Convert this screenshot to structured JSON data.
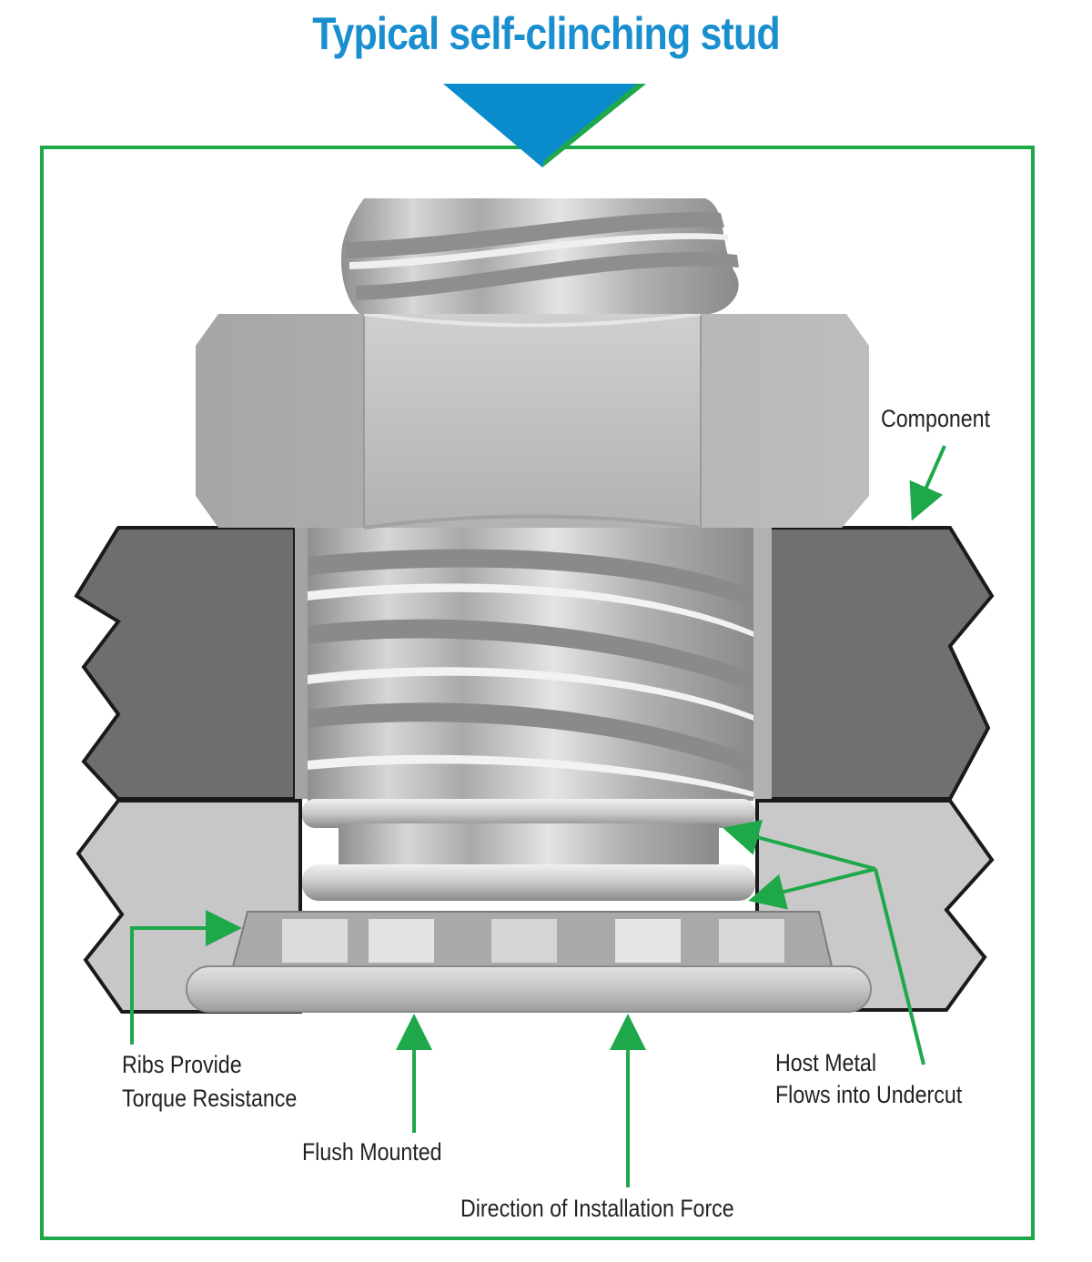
{
  "title": "Typical self-clinching stud",
  "labels": {
    "component": "Component",
    "ribs_line1": "Ribs Provide",
    "ribs_line2": "Torque Resistance",
    "host_line1": "Host Metal",
    "host_line2": "Flows into Undercut",
    "flush": "Flush Mounted",
    "direction": "Direction of Installation Force"
  },
  "colors": {
    "title": "#1a8fd0",
    "pointer": "#0a8ccc",
    "frame": "#1fa84a",
    "arrows": "#1fa84a",
    "component_plate": "#6e6e6e",
    "host_plate": "#c7c7c7",
    "stud_metal": "#bdbdbd",
    "nut": "#b9b9b9"
  }
}
